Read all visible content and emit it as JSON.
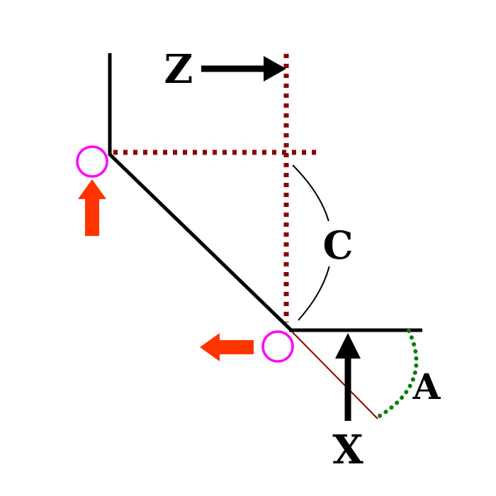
{
  "diagram": {
    "title": "machine-rotary-axes-diagram",
    "labels": {
      "z_axis": "Z",
      "x_axis": "X",
      "c_axis": "C",
      "a_axis": "A"
    },
    "colors": {
      "line_black": "#000000",
      "dotted_dark_red": "#8b0000",
      "thin_dark_red": "#8b0000",
      "arc_green": "#008000",
      "circle_magenta": "#ff00ff",
      "arrow_orange_red": "#ff3300",
      "background": "#ffffff"
    }
  }
}
